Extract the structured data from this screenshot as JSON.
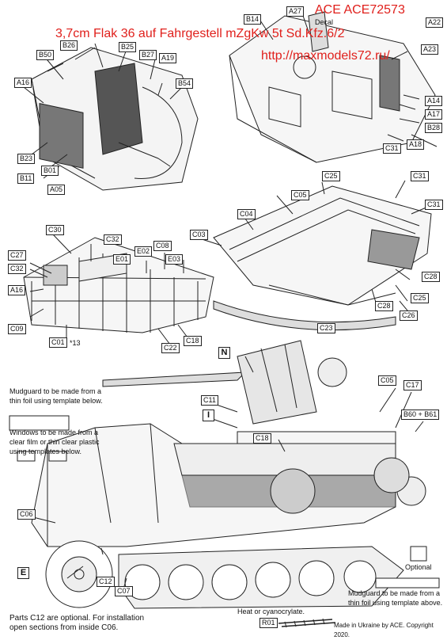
{
  "header": {
    "code": "ACE ACE72573",
    "title": "3,7cm Flak 36 auf Fahrgestell mZgKw 5t Sd.Kfz.6/2",
    "url": "http://maxmodels72.ru/"
  },
  "labels": {
    "a27": "A27",
    "b14": "B14",
    "decal": "Decal",
    "a22": "A22",
    "a23": "A23",
    "b26": "B26",
    "b50": "B50",
    "b25": "B25",
    "b27": "B27",
    "a19": "A19",
    "a16": "A16",
    "b54": "B54",
    "b23": "B23",
    "b01": "B01",
    "b11": "B11",
    "a05": "A05",
    "a14": "A14",
    "a17": "A17",
    "b28": "B28",
    "c31_top": "C31",
    "a18": "A18",
    "c25_top": "C25",
    "c31_mid": "C31",
    "c05_mid": "C05",
    "c31_right": "C31",
    "c04": "C04",
    "c03": "C03",
    "c28_a": "C28",
    "c25_low": "C25",
    "c28_b": "C28",
    "c26": "C26",
    "c30": "C30",
    "c32_a": "C32",
    "c27": "C27",
    "e01": "E01",
    "e02": "E02",
    "c08": "C08",
    "e03": "E03",
    "c32_b": "C32",
    "a16_mid": "A16",
    "c09": "C09",
    "c01": "C01",
    "c01_qty": "*13",
    "c22": "C22",
    "c18_mid": "C18",
    "c23": "C23",
    "n_marker": "N",
    "c11": "C11",
    "c05_low": "C05",
    "c17": "C17",
    "b60_b61": "B60 + B61",
    "i_marker": "I",
    "c18_low": "C18",
    "c06": "C06",
    "e_marker": "E",
    "c12": "C12",
    "c07": "C07",
    "r01": "R01"
  },
  "notes": {
    "mudguard_top": "Mudguard to be made from a thin foil using template below.",
    "windows": "Windows to be made from a clear film or thin clear plastic using templates below.",
    "optional": "Optional",
    "mudguard_bottom": "Mudguard to be made from a thin foil using template above.",
    "parts_c12": "Parts C12 are optional. For installation open sections from inside C06.",
    "heat": "Heat or cyanocrylate.",
    "made_in": "Made in Ukraine by ACE. Copyright 2020."
  },
  "colors": {
    "title_red": "#e0201c",
    "line": "#222222",
    "shade": "#888888"
  }
}
